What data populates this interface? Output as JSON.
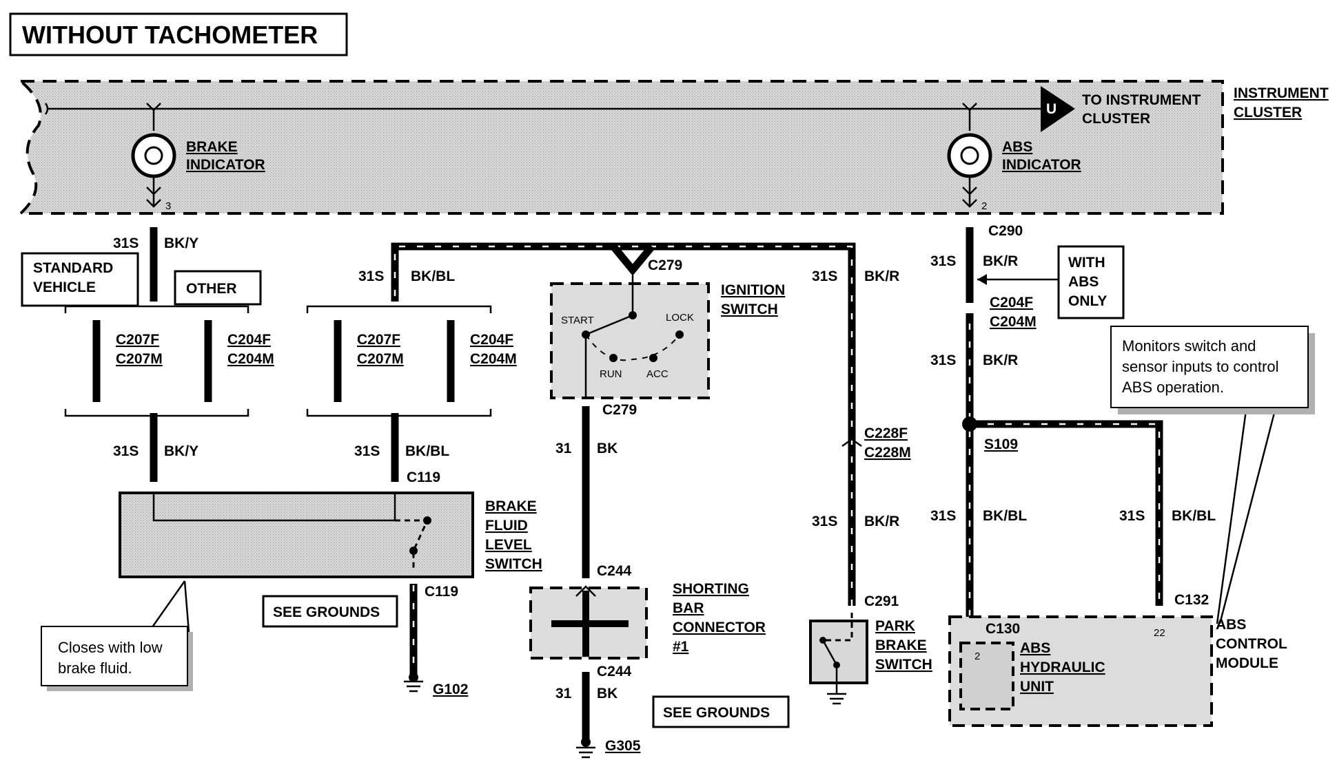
{
  "title": "WITHOUT TACHOMETER",
  "instrument_cluster": {
    "label_line1": "INSTRUMENT",
    "label_line2": "CLUSTER",
    "to_cluster_line1": "TO INSTRUMENT",
    "to_cluster_line2": "CLUSTER",
    "connector_letter": "U",
    "brake_indicator_line1": "BRAKE",
    "brake_indicator_line2": "INDICATOR",
    "brake_pin": "3",
    "abs_indicator_line1": "ABS",
    "abs_indicator_line2": "INDICATOR",
    "abs_pin": "2"
  },
  "standard_vehicle": {
    "line1": "STANDARD",
    "line2": "VEHICLE"
  },
  "other": "OTHER",
  "with_abs_only": {
    "line1": "WITH",
    "line2": "ABS",
    "line3": "ONLY"
  },
  "connectors": {
    "c207f": "C207F",
    "c207m": "C207M",
    "c204f": "C204F",
    "c204m": "C204M",
    "c279": "C279",
    "c290": "C290",
    "c119": "C119",
    "c244": "C244",
    "c228f": "C228F",
    "c228m": "C228M",
    "c291": "C291",
    "s109": "S109",
    "c132": "C132",
    "c130": "C130"
  },
  "wires": {
    "circuit_31s": "31S",
    "circuit_31": "31",
    "bk_y": "BK/Y",
    "bk_bl": "BK/BL",
    "bk_r": "BK/R",
    "bk": "BK"
  },
  "ignition_switch": {
    "label_line1": "IGNITION",
    "label_line2": "SWITCH",
    "start": "START",
    "lock": "LOCK",
    "run": "RUN",
    "acc": "ACC"
  },
  "brake_fluid_switch": {
    "line1": "BRAKE",
    "line2": "FLUID",
    "line3": "LEVEL",
    "line4": "SWITCH"
  },
  "shorting_bar": {
    "line1": "SHORTING",
    "line2": "BAR",
    "line3": "CONNECTOR",
    "line4": "#1"
  },
  "park_brake": {
    "line1": "PARK",
    "line2": "BRAKE",
    "line3": "SWITCH"
  },
  "abs_module": {
    "line1": "ABS",
    "line2": "CONTROL",
    "line3": "MODULE",
    "hydraulic_line1": "ABS",
    "hydraulic_line2": "HYDRAULIC",
    "hydraulic_line3": "UNIT",
    "pin_2": "2",
    "pin_22": "22"
  },
  "see_grounds": "SEE GROUNDS",
  "grounds": {
    "g102": "G102",
    "g305": "G305"
  },
  "notes": {
    "abs_monitor_line1": "Monitors switch and",
    "abs_monitor_line2": "sensor inputs to control",
    "abs_monitor_line3": "ABS operation.",
    "low_fluid_line1": "Closes with low",
    "low_fluid_line2": "brake fluid."
  }
}
